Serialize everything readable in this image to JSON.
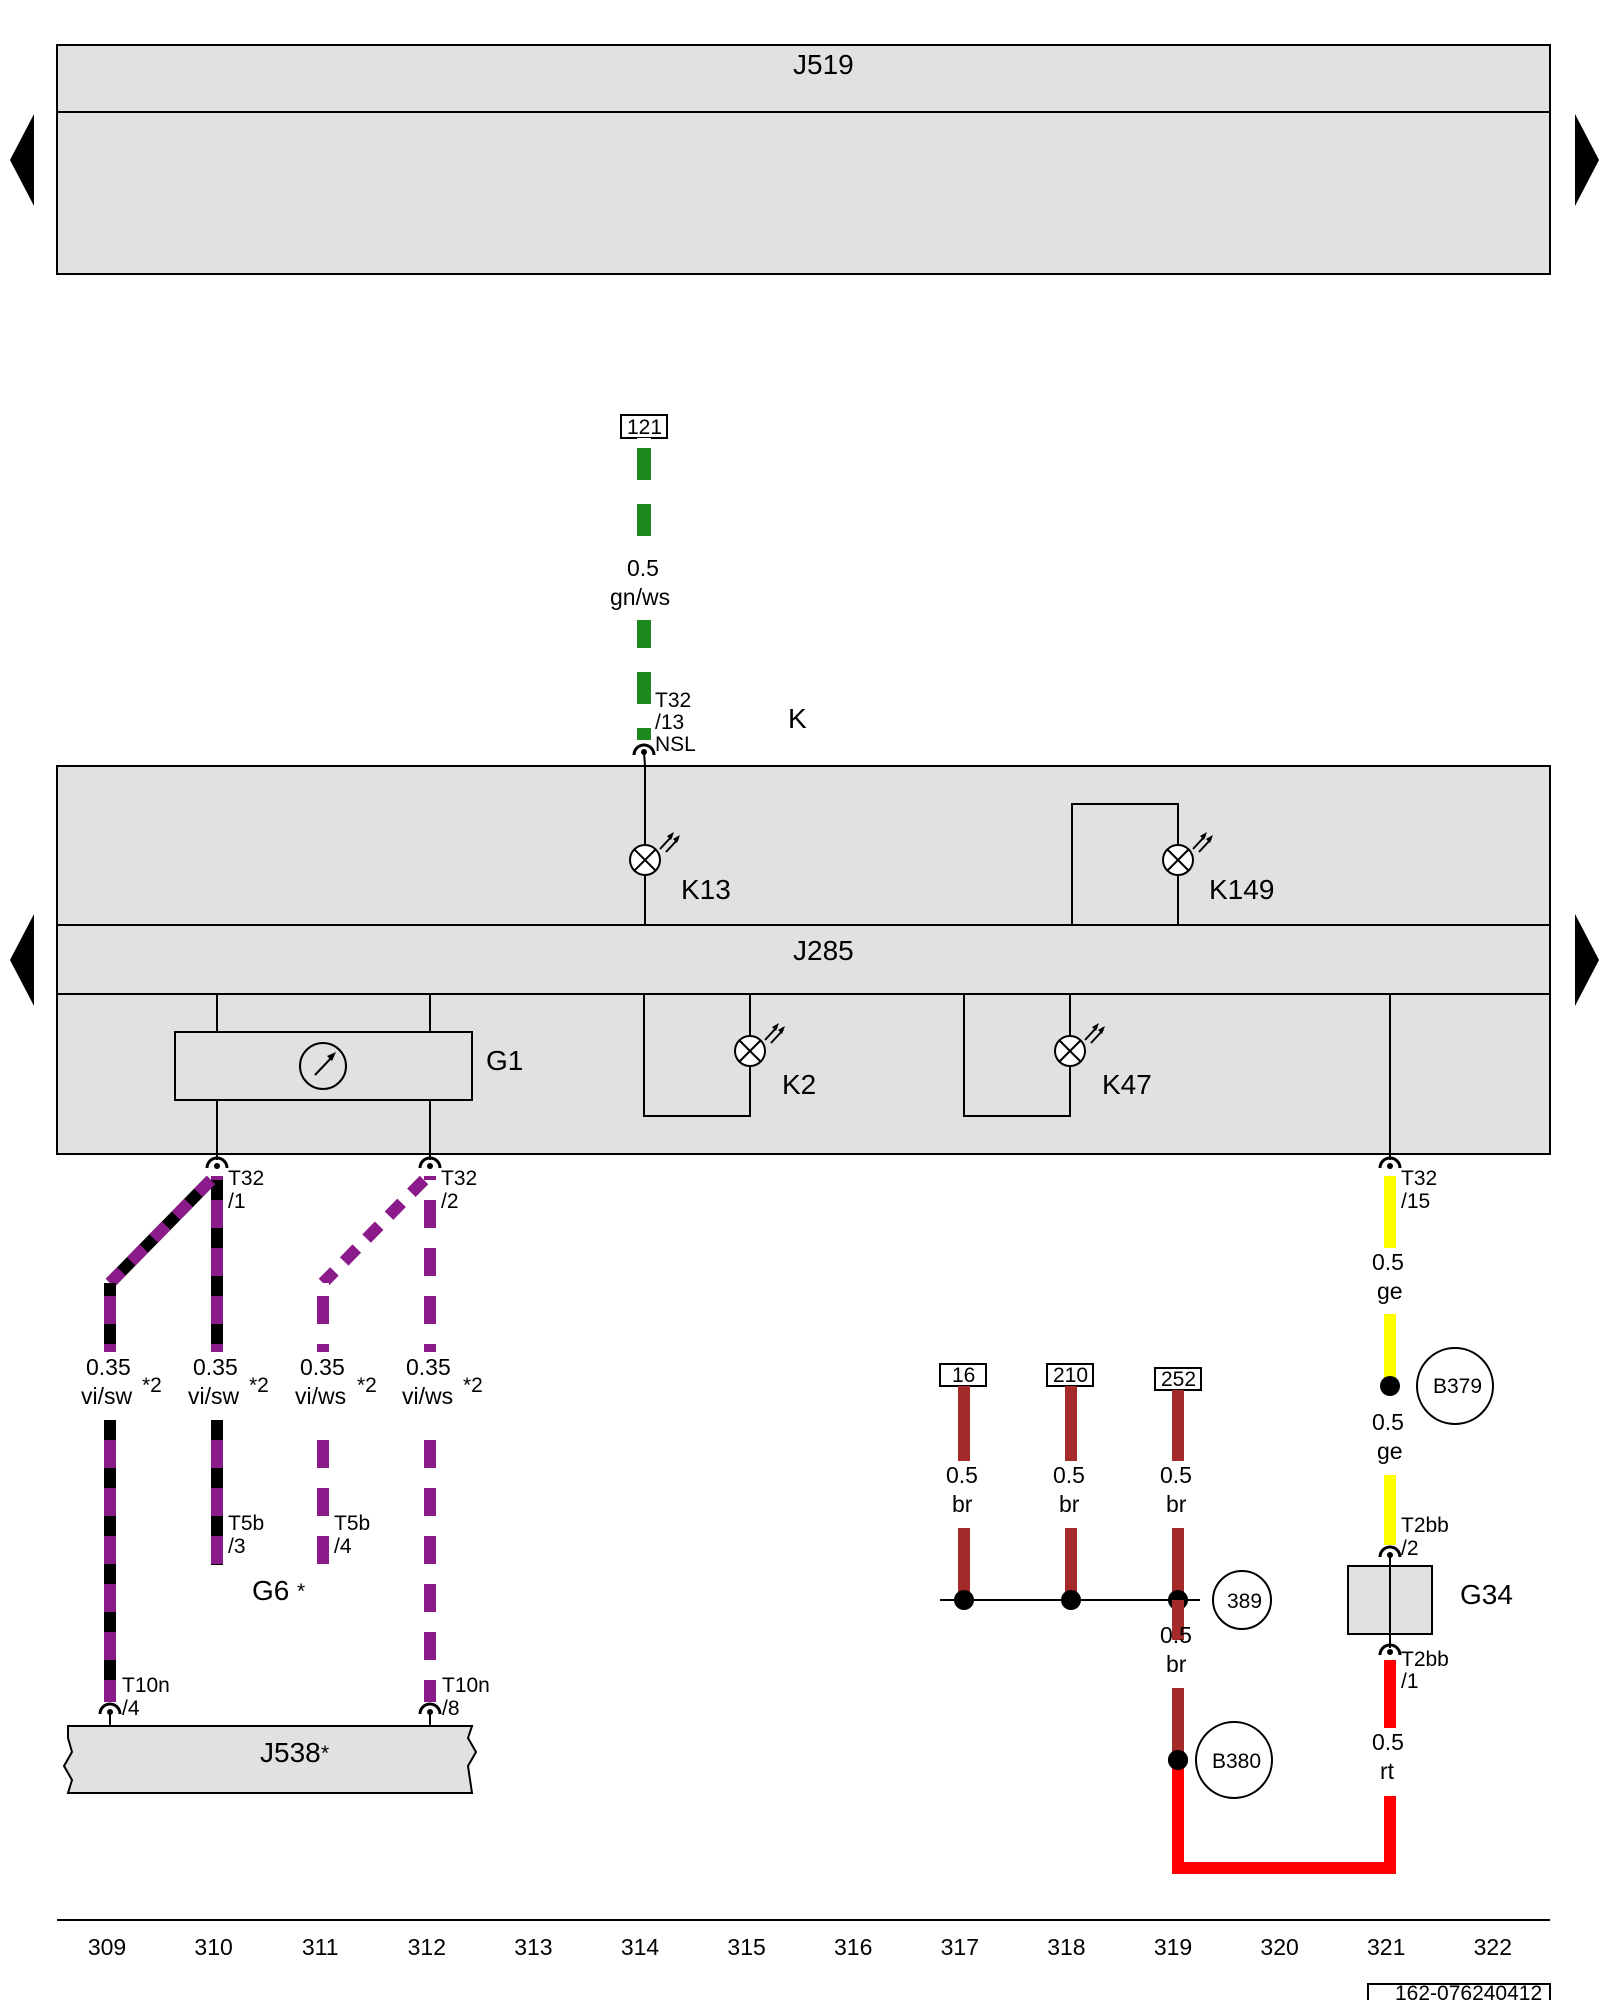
{
  "components": {
    "j519": "J519",
    "k": "K",
    "k13": "K13",
    "k149": "K149",
    "j285": "J285",
    "g1": "G1",
    "k2": "K2",
    "k47": "K47",
    "g6": "G6",
    "g6_star": "*",
    "j538": "J538",
    "j538_star": "*",
    "g34": "G34"
  },
  "terminals": {
    "t121": "121",
    "t16": "16",
    "t210": "210",
    "t252": "252"
  },
  "connectors": {
    "t32_13_a": "T32",
    "t32_13_b": "/13",
    "t32_13_c": "NSL",
    "t32_1_a": "T32",
    "t32_1_b": "/1",
    "t32_2_a": "T32",
    "t32_2_b": "/2",
    "t32_15_a": "T32",
    "t32_15_b": "/15",
    "t5b_3_a": "T5b",
    "t5b_3_b": "/3",
    "t5b_4_a": "T5b",
    "t5b_4_b": "/4",
    "t10n_4_a": "T10n",
    "t10n_4_b": "/4",
    "t10n_8_a": "T10n",
    "t10n_8_b": "/8",
    "t2bb_2_a": "T2bb",
    "t2bb_2_b": "/2",
    "t2bb_1_a": "T2bb",
    "t2bb_1_b": "/1"
  },
  "wires": {
    "w314_size": "0.5",
    "w314_color": "gn/ws",
    "w309_size": "0.35",
    "w309_color": "vi/sw",
    "w309_note": "*2",
    "w310_size": "0.35",
    "w310_color": "vi/sw",
    "w310_note": "*2",
    "w311_size": "0.35",
    "w311_color": "vi/ws",
    "w311_note": "*2",
    "w312_size": "0.35",
    "w312_color": "vi/ws",
    "w312_note": "*2",
    "w321a_size": "0.5",
    "w321a_color": "ge",
    "w321b_size": "0.5",
    "w321b_color": "ge",
    "w321c_size": "0.5",
    "w321c_color": "rt",
    "w317_size": "0.5",
    "w317_color": "br",
    "w318_size": "0.5",
    "w318_color": "br",
    "w319a_size": "0.5",
    "w319a_color": "br",
    "w319b_size": "0.5",
    "w319b_color": "br"
  },
  "points": {
    "b379": "B379",
    "b380": "B380",
    "p389": "389"
  },
  "footer": {
    "columns": [
      "309",
      "310",
      "311",
      "312",
      "313",
      "314",
      "315",
      "316",
      "317",
      "318",
      "319",
      "320",
      "321",
      "322"
    ],
    "doc_id": "162-076240412"
  },
  "colors": {
    "panel": "#e1e1e1",
    "green": "#1d8a1d",
    "violet": "#8b1a8b",
    "yellow": "#ffff00",
    "brown": "#a52a2a",
    "red": "#ff0000"
  }
}
